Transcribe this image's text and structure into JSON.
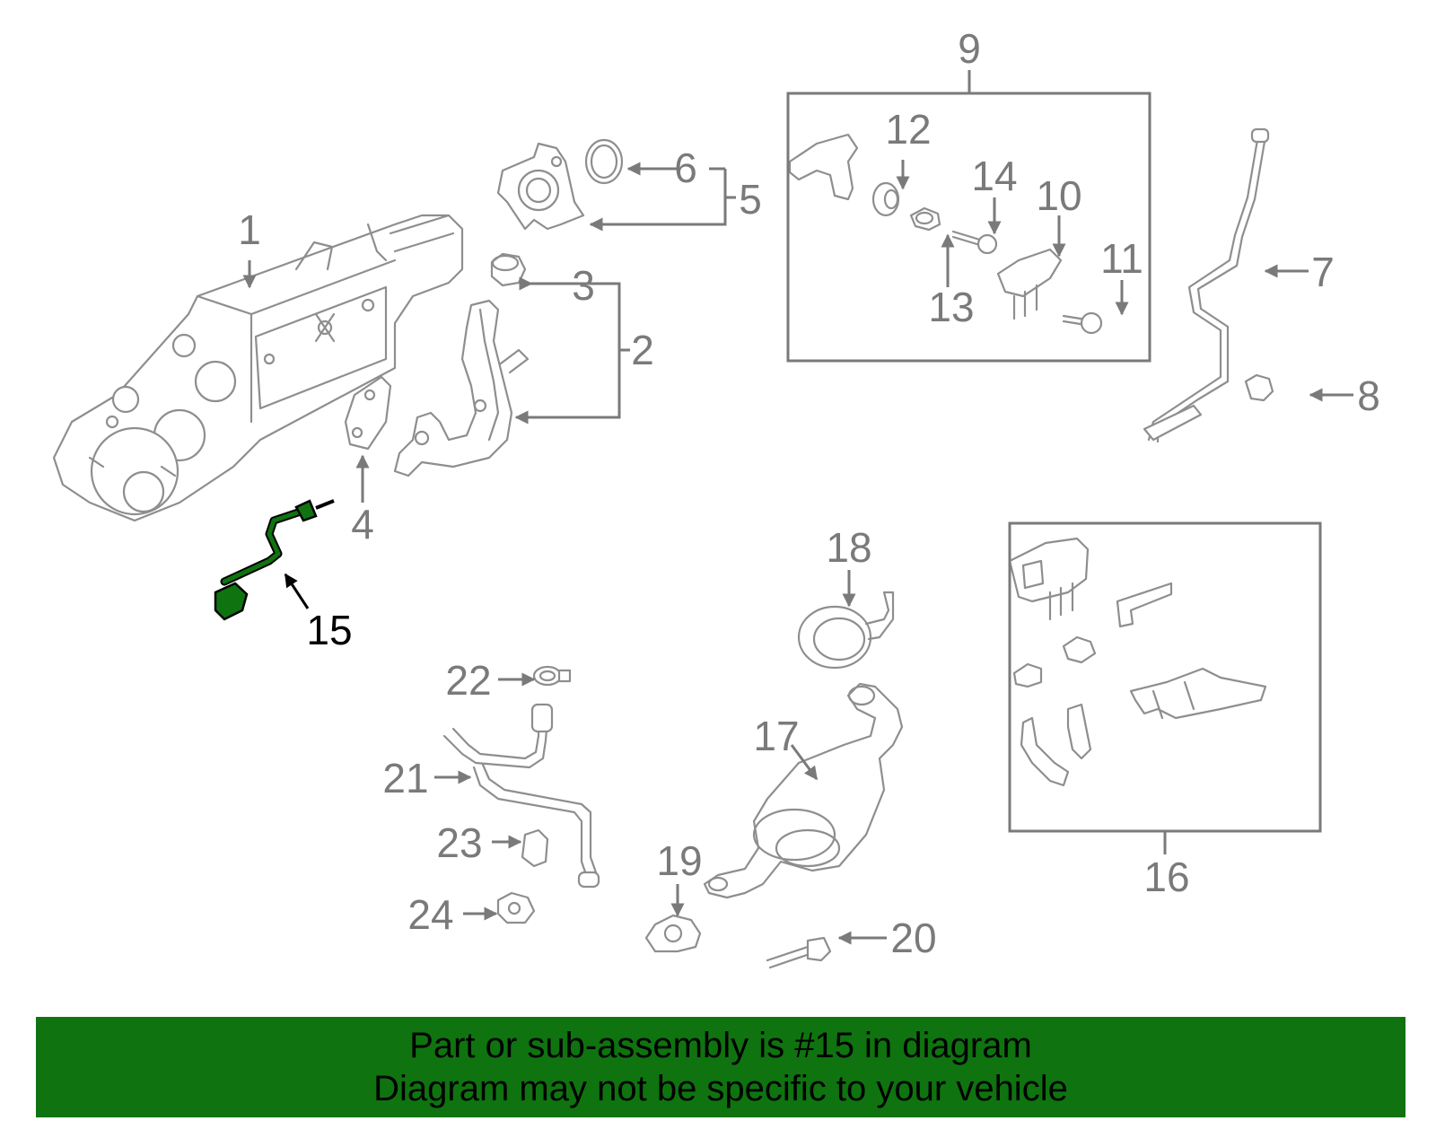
{
  "diagram": {
    "highlight_color": "#0f7310",
    "callouts": [
      "1",
      "2",
      "3",
      "4",
      "5",
      "6",
      "7",
      "8",
      "9",
      "10",
      "11",
      "12",
      "13",
      "14",
      "15",
      "16",
      "17",
      "18",
      "19",
      "20",
      "21",
      "22",
      "23",
      "24"
    ],
    "highlighted_callout": "15"
  },
  "footer": {
    "background": "#0f7310",
    "line1": "Part or sub-assembly is #15 in diagram",
    "line2": "Diagram may not be specific to your vehicle"
  }
}
